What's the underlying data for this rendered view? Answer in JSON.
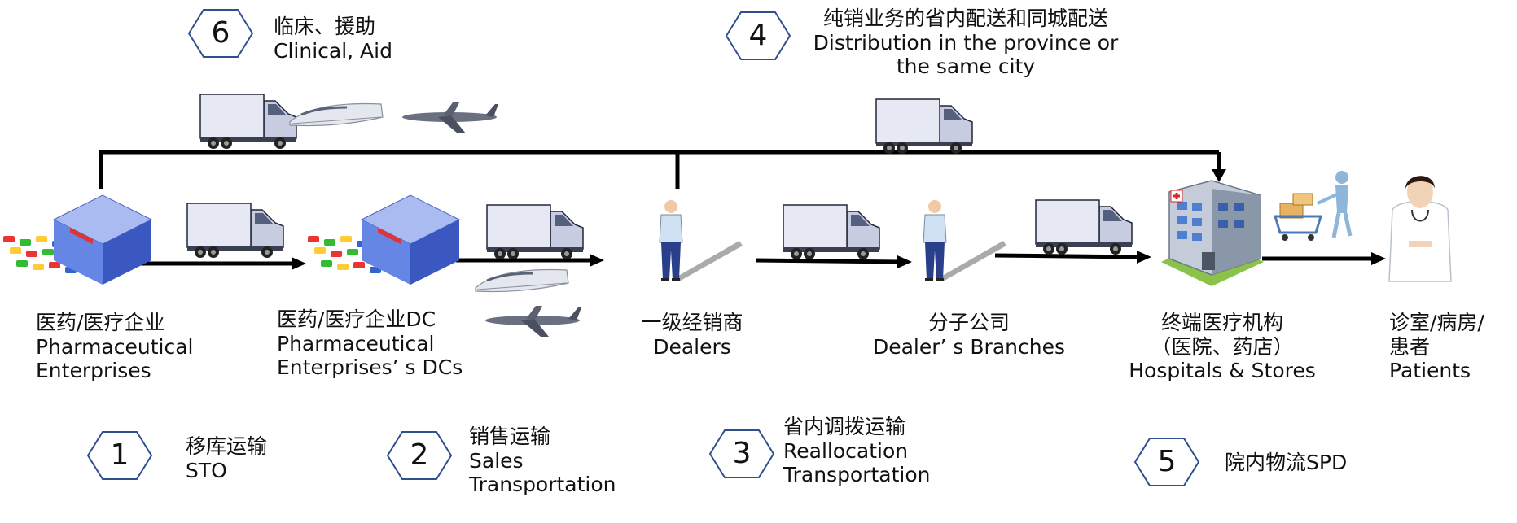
{
  "colors": {
    "arrow": "#000000",
    "hexagon_stroke": "#2f4f8f",
    "truck_body": "#d8dcef",
    "building_blue": "#5577dd",
    "hospital_gray": "#8a97a8"
  },
  "icons": [
    "truck-icon",
    "high-speed-train-icon",
    "airplane-icon",
    "warehouse-icon",
    "dealer-person-icon",
    "hospital-icon",
    "shopping-cart-person-icon",
    "doctor-icon"
  ],
  "nodes": {
    "pharma": {
      "cn": "医药/医疗企业",
      "en1": "Pharmaceutical",
      "en2": "Enterprises"
    },
    "pharma_dc": {
      "cn": "医药/医疗企业DC",
      "en1": "Pharmaceutical",
      "en2": "Enterprises’ s DCs"
    },
    "dealers": {
      "cn": "一级经销商",
      "en": "Dealers"
    },
    "branches": {
      "cn": "分子公司",
      "en": "Dealer’ s Branches"
    },
    "hospitals": {
      "cn1": "终端医疗机构",
      "cn2": "（医院、药店）",
      "en": "Hospitals & Stores"
    },
    "patients": {
      "cn1": "诊室/病房/",
      "cn2": "患者",
      "en": "Patients"
    }
  },
  "stages": [
    {
      "number": "1",
      "cn": "移库运输",
      "en": "STO"
    },
    {
      "number": "2",
      "cn": "销售运输",
      "en1": "Sales",
      "en2": "Transportation"
    },
    {
      "number": "3",
      "cn": "省内调拨运输",
      "en1": "Reallocation",
      "en2": "Transportation"
    },
    {
      "number": "4",
      "cn": "纯销业务的省内配送和同城配送",
      "en1": "Distribution in the province or",
      "en2": "the same city"
    },
    {
      "number": "5",
      "cn": "院内物流SPD"
    },
    {
      "number": "6",
      "cn": "临床、援助",
      "en": "Clinical, Aid"
    }
  ]
}
